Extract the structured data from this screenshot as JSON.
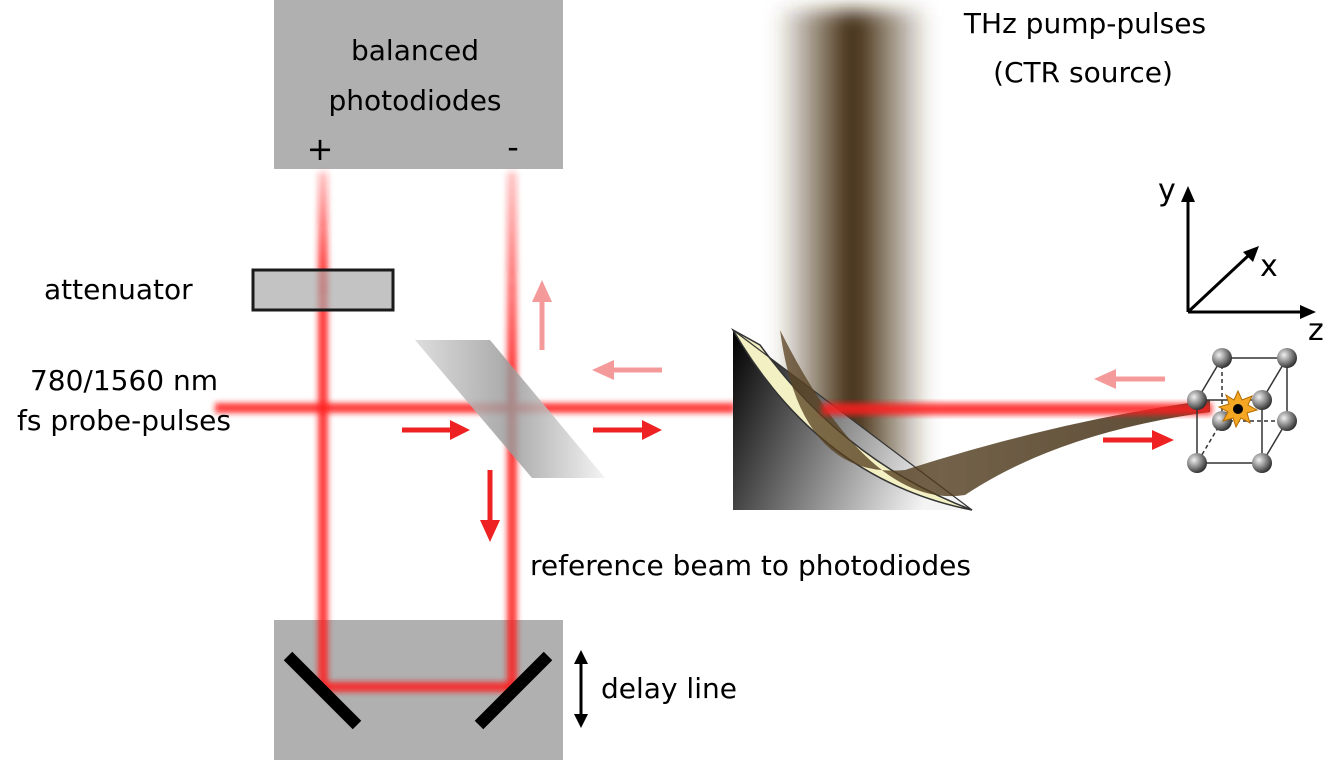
{
  "labels": {
    "detector_line1": "balanced",
    "detector_line2": "photodiodes",
    "detector_plus": "+",
    "detector_minus": "-",
    "attenuator": "attenuator",
    "probe_line1": "780/1560 nm",
    "probe_line2": "fs probe-pulses",
    "pump_line1": "THz pump-pulses",
    "pump_line2": "(CTR source)",
    "reference": "reference beam to photodiodes",
    "delay": "delay line",
    "axis_y": "y",
    "axis_x": "x",
    "axis_z": "z"
  },
  "colors": {
    "probe_beam": "#ff1a1a",
    "direction_arrow": "#ee2222",
    "faded_arrow": "#f59a9a",
    "thz_beam": "#4a3519",
    "box": "#b0b0b0",
    "mirror_gold": "#f3f0c4",
    "atom": "#777777",
    "excitation": "#f5a623"
  },
  "icons": {
    "beam_splitter": "beam-splitter-icon",
    "parabolic_mirror": "parabolic-mirror-icon",
    "crystal": "crystal-lattice-icon",
    "excitation": "starburst-icon",
    "delay_motion": "double-arrow-icon"
  }
}
